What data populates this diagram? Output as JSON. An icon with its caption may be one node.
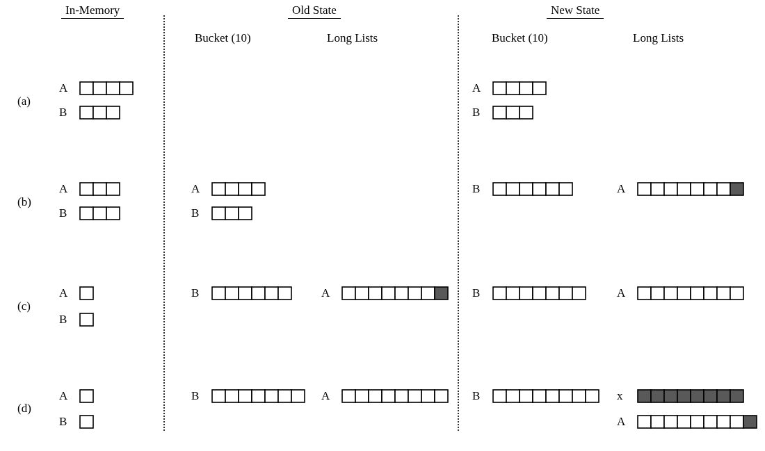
{
  "diagram": {
    "labels": [
      "In-Memory",
      "Old State",
      "New State",
      "Bucket (10)",
      "Long Lists",
      "Bucket (10)",
      "Long Lists",
      "A",
      "A",
      "(a)",
      "B",
      "B",
      "A",
      "A",
      "B",
      "A",
      "(b)",
      "B",
      "B",
      "A",
      "B",
      "A",
      "B",
      "A",
      "(c)",
      "B",
      "A",
      "B",
      "A",
      "B",
      "x",
      "(d)",
      "B",
      "A"
    ]
  }
}
